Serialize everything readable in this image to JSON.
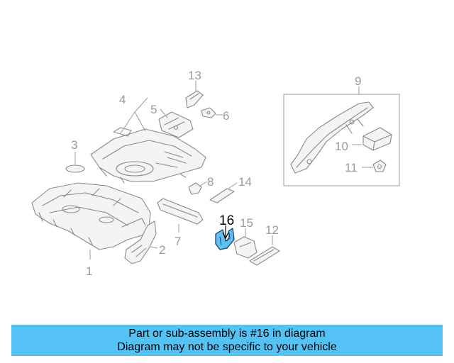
{
  "callouts": {
    "c1": "1",
    "c2": "2",
    "c3": "3",
    "c4": "4",
    "c5": "5",
    "c6": "6",
    "c7": "7",
    "c8": "8",
    "c9": "9",
    "c10": "10",
    "c11": "11",
    "c12": "12",
    "c13": "13",
    "c14": "14",
    "c15": "15",
    "c16": "16"
  },
  "highlighted_part": "16",
  "colors": {
    "banner": "#55c2f5",
    "highlight": "#5ec3f2",
    "callout": "#9a9a9a"
  },
  "banner": {
    "line1": "Part or sub-assembly is #16 in diagram",
    "line2": "Diagram may not be specific to your vehicle"
  }
}
